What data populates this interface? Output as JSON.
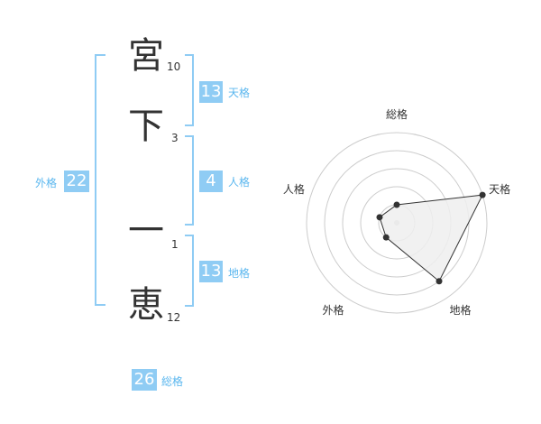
{
  "name": {
    "chars": [
      {
        "char": "宮",
        "strokes": "10"
      },
      {
        "char": "下",
        "strokes": "3"
      },
      {
        "char": "一",
        "strokes": "1"
      },
      {
        "char": "恵",
        "strokes": "12"
      }
    ]
  },
  "fortune": {
    "tenkaku": {
      "value": "13",
      "label": "天格"
    },
    "jinkaku": {
      "value": "4",
      "label": "人格"
    },
    "chikaku": {
      "value": "13",
      "label": "地格"
    },
    "gaikaku": {
      "value": "22",
      "label": "外格"
    },
    "soukaku": {
      "value": "26",
      "label": "総格"
    }
  },
  "chart_data": {
    "type": "radar",
    "axes": [
      "総格",
      "天格",
      "地格",
      "外格",
      "人格"
    ],
    "values": [
      1,
      5,
      4,
      1,
      1
    ],
    "rmax": 5,
    "rings": 5,
    "colors": {
      "fill": "#eeeeee",
      "stroke": "#333333",
      "ring": "#cccccc",
      "point": "#333333",
      "center": "#cccccc"
    }
  }
}
